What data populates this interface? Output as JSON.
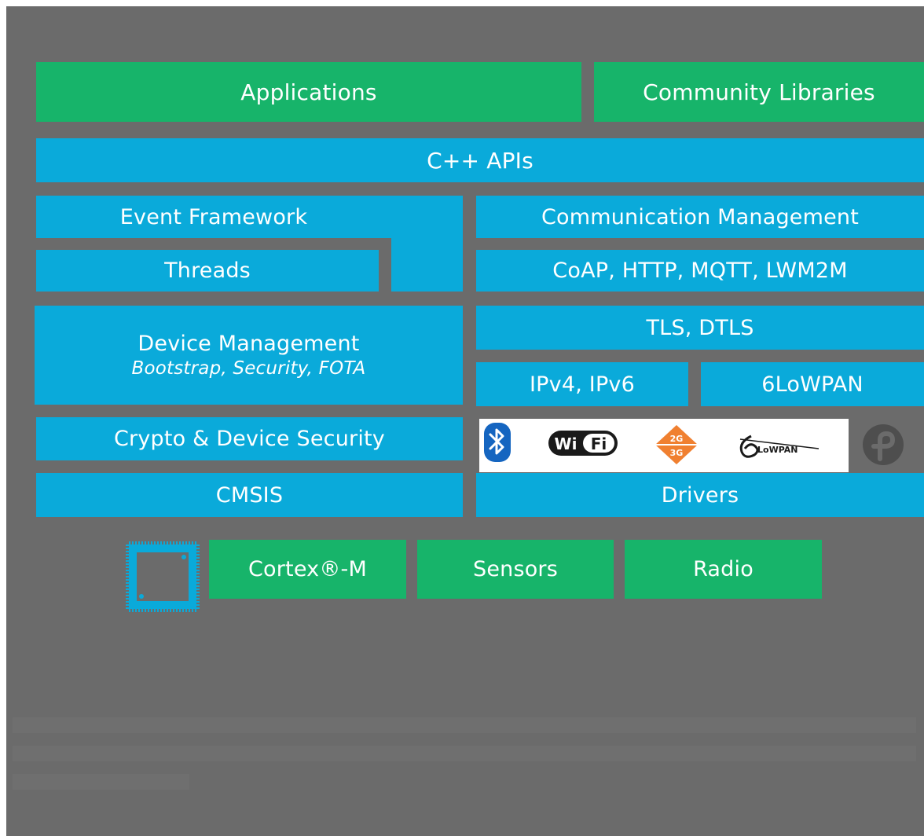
{
  "diagram": {
    "row1": {
      "applications": "Applications",
      "community_libraries": "Community Libraries"
    },
    "row2": {
      "cpp_apis": "C++ APIs"
    },
    "left_stack": {
      "event_framework": "Event Framework",
      "threads": "Threads",
      "device_management_title": "Device Management",
      "device_management_subtitle": "Bootstrap, Security, FOTA",
      "crypto": "Crypto & Device Security",
      "cmsis": "CMSIS"
    },
    "right_stack": {
      "communication_management": "Communication Management",
      "protocols": "CoAP, HTTP, MQTT, LWM2M",
      "tls": "TLS, DTLS",
      "ip": "IPv4, IPv6",
      "lowpan": "6LoWPAN",
      "drivers": "Drivers"
    },
    "logos": {
      "wifi_text": "WiFi",
      "cellular_top": "2G",
      "cellular_bottom": "3G",
      "lowpan_logo_text": "LoWPAN"
    },
    "hardware": {
      "cortex": "Cortex®-M",
      "sensors": "Sensors",
      "radio": "Radio"
    }
  },
  "colors": {
    "background": "#6b6b6b",
    "green": "#17b46a",
    "blue": "#0aaada",
    "white": "#ffffff",
    "cellular_orange": "#f08030",
    "bluetooth_blue": "#1565c0"
  }
}
